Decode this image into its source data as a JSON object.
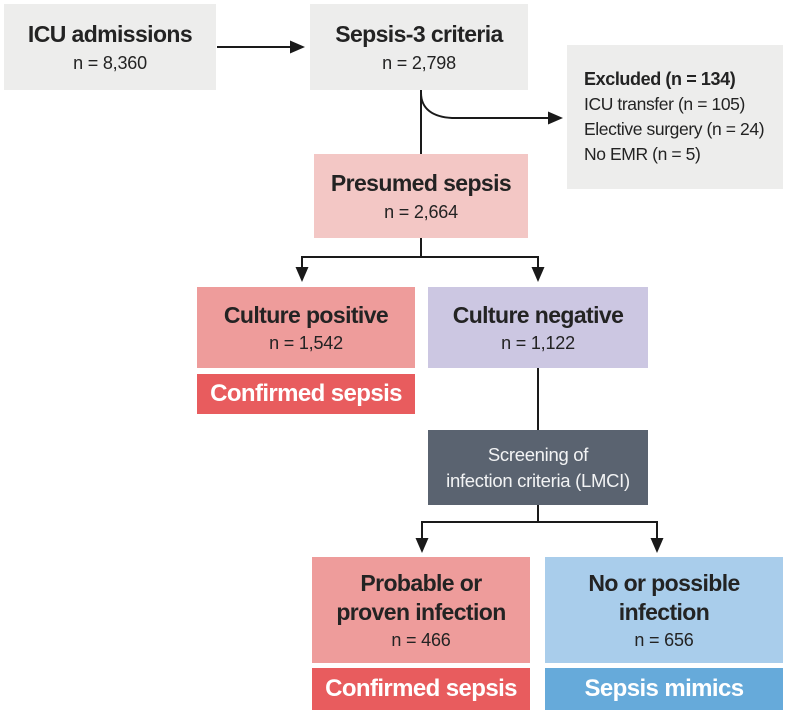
{
  "figure": {
    "type": "study-flowchart",
    "background": "#ffffff"
  },
  "colors": {
    "bg": "#ffffff",
    "text": "#232323",
    "line": "#1a1a1a",
    "gray": "#ededec",
    "pink": "#f3c7c5",
    "salmon": "#ee9c9b",
    "red": "#e85c5e",
    "lavender": "#ccc7e2",
    "slate": "#5a6370",
    "lightblue": "#a9cdeb",
    "blue": "#66aada"
  },
  "nodes": {
    "icu": {
      "title": "ICU admissions",
      "count": "n = 8,360"
    },
    "sepsis3": {
      "title": "Sepsis-3 criteria",
      "count": "n = 2,798"
    },
    "excluded": {
      "title": "Excluded (n = 134)",
      "items": [
        "ICU transfer (n = 105)",
        "Elective surgery (n = 24)",
        "No EMR (n = 5)"
      ]
    },
    "presumed": {
      "title": "Presumed sepsis",
      "count": "n = 2,664"
    },
    "culture_positive": {
      "title": "Culture positive",
      "count": "n = 1,542"
    },
    "confirmed_sepsis_left": {
      "label": "Confirmed sepsis"
    },
    "culture_negative": {
      "title": "Culture negative",
      "count": "n = 1,122"
    },
    "screening": {
      "line1": "Screening of",
      "line2": "infection criteria (LMCI)"
    },
    "probable": {
      "line1": "Probable or",
      "line2": "proven infection",
      "count": "n = 466"
    },
    "confirmed_sepsis_bottom": {
      "label": "Confirmed sepsis"
    },
    "no_possible": {
      "line1": "No or possible",
      "line2": "infection",
      "count": "n = 656"
    },
    "sepsis_mimics": {
      "label": "Sepsis mimics"
    }
  }
}
